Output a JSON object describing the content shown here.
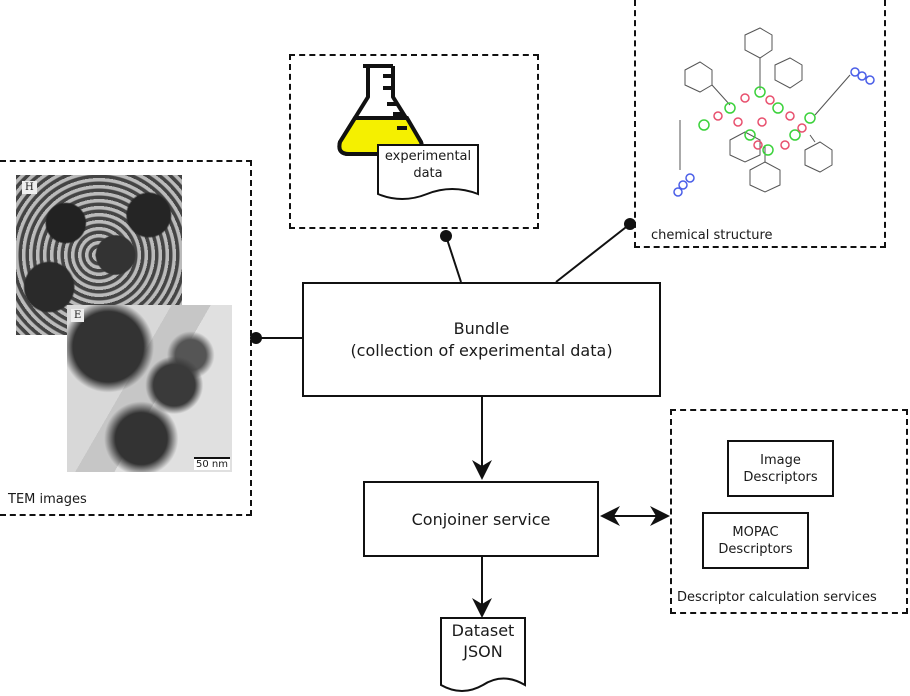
{
  "tem": {
    "caption": "TEM images",
    "panel_h_label": "H",
    "panel_e_label": "E",
    "scale_bar": "50 nm"
  },
  "experimental": {
    "doc_line1": "experimental",
    "doc_line2": "data",
    "liquid_color": "#f5f000"
  },
  "chemical": {
    "caption": "chemical structure",
    "atom_colors": {
      "carbon": "#555555",
      "silicon": "#3cd23c",
      "oxygen": "#e8506e",
      "nitrogen": "#4a5ee8"
    }
  },
  "bundle": {
    "line1": "Bundle",
    "line2": "(collection of experimental data)"
  },
  "conjoiner": {
    "label": "Conjoiner service"
  },
  "descriptors": {
    "caption": "Descriptor calculation services",
    "image_line1": "Image",
    "image_line2": "Descriptors",
    "mopac_line1": "MOPAC",
    "mopac_line2": "Descriptors"
  },
  "dataset": {
    "line1": "Dataset",
    "line2": "JSON"
  }
}
